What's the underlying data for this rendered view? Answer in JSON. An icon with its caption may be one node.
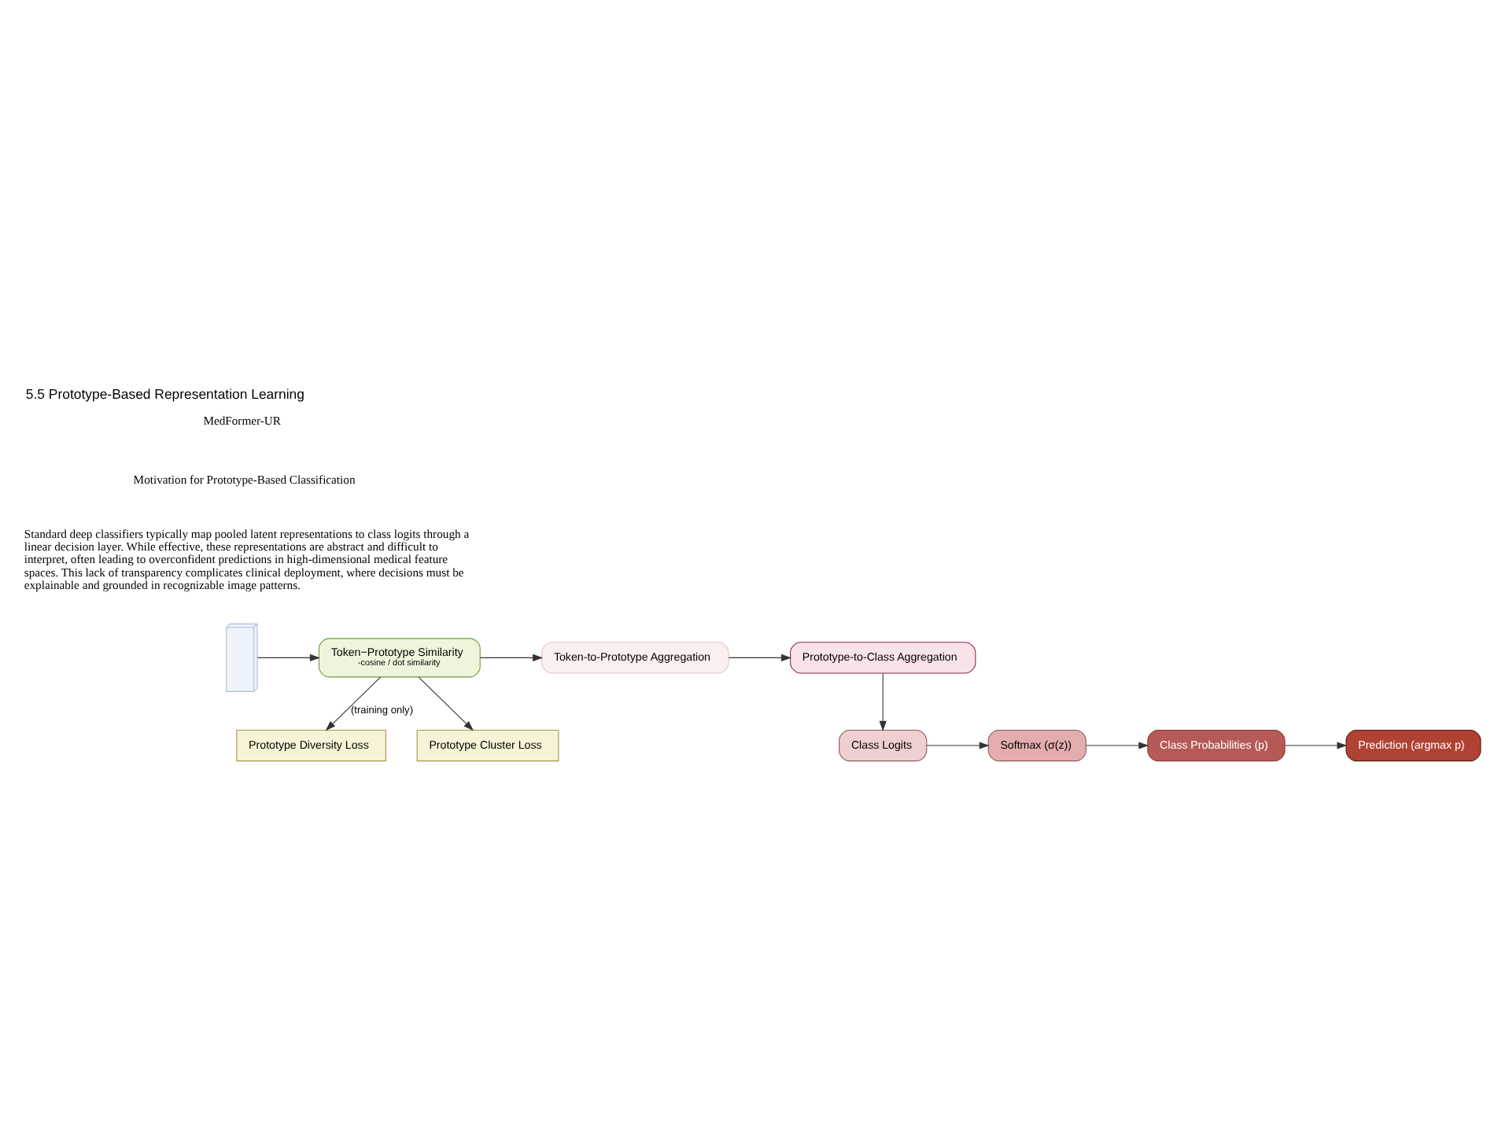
{
  "diagram": {
    "title": "5.5 Prototype-Based Representation Learning",
    "nodes": [
      {
        "text": [],
        "shape": "box"
      },
      {
        "text": [
          "Token−Prototype Similarity",
          "-cosine / dot similarity"
        ]
      },
      {
        "text": [
          "Token-to-Prototype Aggregation"
        ]
      },
      {
        "text": [
          "Prototype-to-Class Aggregation"
        ]
      },
      {
        "text": [
          "Prototype Diversity Loss"
        ]
      },
      {
        "text": [
          "Prototype Cluster Loss"
        ]
      },
      {
        "text": [
          "Class Logits"
        ]
      },
      {
        "text": [
          "Softmax (σ(z))"
        ]
      },
      {
        "text": [
          "Class Probabilities (p)"
        ]
      },
      {
        "text": [
          "Prediction (argmax p)"
        ]
      }
    ],
    "edges": [
      {
        "from": 0,
        "to": 1,
        "arrow": "to"
      },
      {
        "from": 1,
        "to": 2,
        "arrow": "to"
      },
      {
        "from": 2,
        "to": 3,
        "arrow": "to"
      },
      {
        "from": 1,
        "to": 4,
        "arrow": "to",
        "label": "(training only)"
      },
      {
        "from": 1,
        "to": 5,
        "arrow": "to"
      },
      {
        "from": 3,
        "to": 6,
        "arrow": "to"
      },
      {
        "from": 6,
        "to": 7,
        "arrow": "to"
      },
      {
        "from": 7,
        "to": 8,
        "arrow": "to"
      },
      {
        "from": 8,
        "to": 9,
        "arrow": "to"
      }
    ],
    "labels": [
      "MedFormer-UR",
      "Motivation for Prototype-Based Classification",
      "Standard deep classifiers typically map pooled latent representations to class logits through a linear decision layer. While effective, these representations are abstract and difficult to interpret, often leading to overconfident predictions in high-dimensional medical feature spaces. This lack of transparency complicates clinical deployment, where decisions must be explainable and grounded in recognizable image patterns."
    ]
  }
}
